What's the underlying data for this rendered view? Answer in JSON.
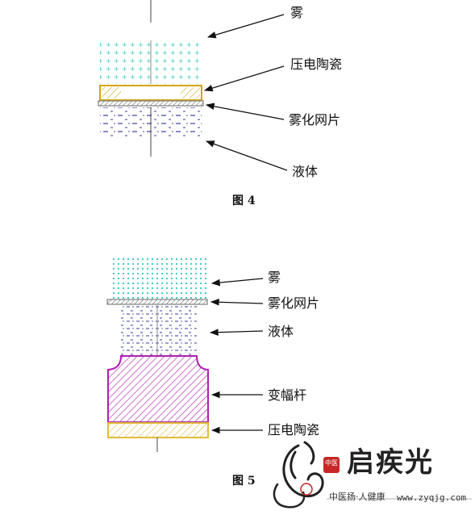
{
  "figure4": {
    "caption": "图 4",
    "labels": {
      "mist": "雾",
      "piezo": "压电陶瓷",
      "mesh": "雾化网片",
      "liquid": "液体"
    }
  },
  "figure5": {
    "caption": "图 5",
    "labels": {
      "mist": "雾",
      "mesh": "雾化网片",
      "liquid": "液体",
      "horn": "变幅杆",
      "piezo": "压电陶瓷"
    }
  },
  "watermark": {
    "seal_text": "中医",
    "brand": "启疾光",
    "tagline": "中医扬·人健康",
    "url": "www.zyqjg.com"
  },
  "colors": {
    "mist": "#2fc7c0",
    "piezo_fig4": "#d4a514",
    "piezo_fig5": "#e0bc3a",
    "mesh": "#7f7f7f",
    "liquid": "#3a3aa0",
    "horn": "#b020b0",
    "arrow": "#111111",
    "watermark_red": "#c62828"
  }
}
